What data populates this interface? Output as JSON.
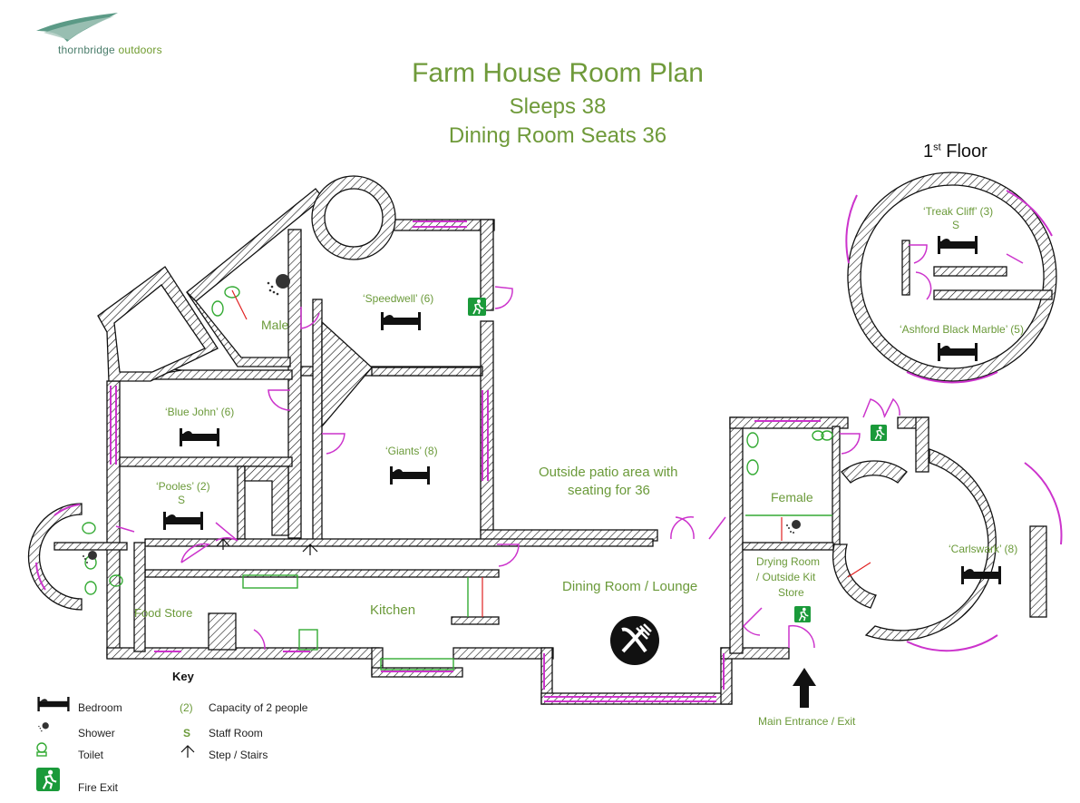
{
  "brand": {
    "name_light": "thornbridge",
    "name_bold": "outdoors"
  },
  "title": {
    "main": "Farm House Room Plan",
    "sleeps": "Sleeps 38",
    "dining": "Dining Room Seats 36"
  },
  "first_floor": {
    "label_main": "1",
    "label_sup": "st",
    "label_rest": " Floor"
  },
  "rooms": {
    "speedwell": "‘Speedwell’ (6)",
    "male": "Male",
    "blue_john": "‘Blue John’ (6)",
    "giants": "‘Giants’ (8)",
    "pooles": "‘Pooles’ (2)",
    "pooles_staff": "S",
    "food_store": "Food Store",
    "kitchen": "Kitchen",
    "patio_line1": "Outside patio area with",
    "patio_line2": "seating for 36",
    "dining_lounge": "Dining Room / Lounge",
    "female": "Female",
    "drying_line1": "Drying Room",
    "drying_line2": "/ Outside Kit",
    "drying_line3": "Store",
    "carlswark": "‘Carlswark’ (8)",
    "treak_cliff": "‘Treak Cliff’ (3)",
    "treak_staff": "S",
    "ashford": "‘Ashford Black Marble’ (5)",
    "main_entrance": "Main Entrance / Exit"
  },
  "key": {
    "heading": "Key",
    "items_left": [
      {
        "icon": "bed-icon",
        "label": "Bedroom"
      },
      {
        "icon": "shower-icon",
        "label": "Shower"
      },
      {
        "icon": "toilet-icon",
        "label": "Toilet"
      },
      {
        "icon": "fire-exit-icon",
        "label": "Fire Exit"
      }
    ],
    "items_right": [
      {
        "symbol": "(2)",
        "label": "Capacity of 2 people"
      },
      {
        "symbol": "S",
        "label": "Staff Room"
      },
      {
        "icon": "stairs-arrow-icon",
        "label": "Step / Stairs"
      }
    ]
  },
  "colors": {
    "accent_green": "#6b9a3a",
    "window_magenta": "#cc33cc",
    "fixture_green": "#33aa33",
    "fire_exit_green": "#1a9a3a",
    "wall": "#111111"
  }
}
